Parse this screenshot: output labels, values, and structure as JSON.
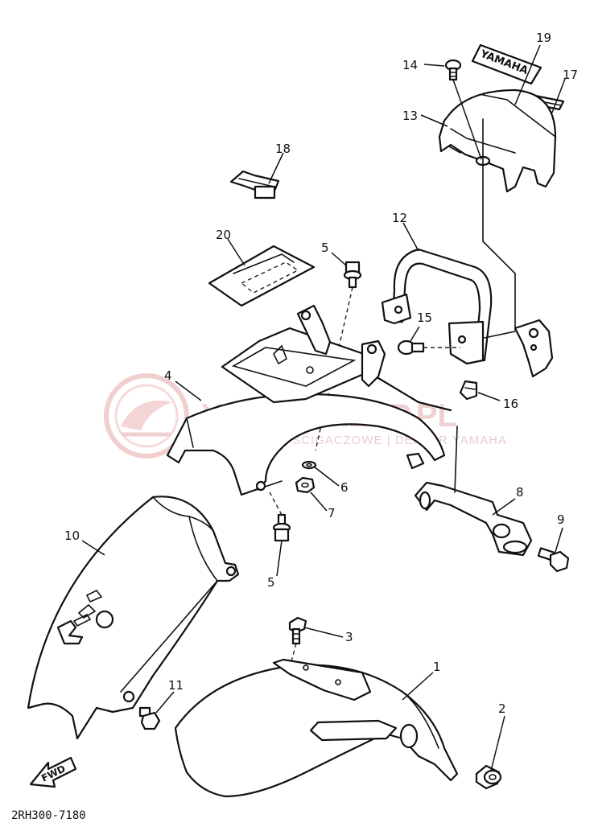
{
  "watermark": {
    "brand": "YAMA-SKLEP.PL",
    "tagline": "MOTOCYKLE ŚCIGACZOWE | DEALER YAMAHA"
  },
  "decal_text": "YAMAHA",
  "fwd_label": "FWD",
  "diagram_code": "2RH300-7180",
  "callouts": [
    "1",
    "2",
    "3",
    "4",
    "5",
    "5",
    "6",
    "7",
    "8",
    "9",
    "10",
    "11",
    "12",
    "13",
    "14",
    "15",
    "16",
    "17",
    "18",
    "19",
    "20"
  ]
}
